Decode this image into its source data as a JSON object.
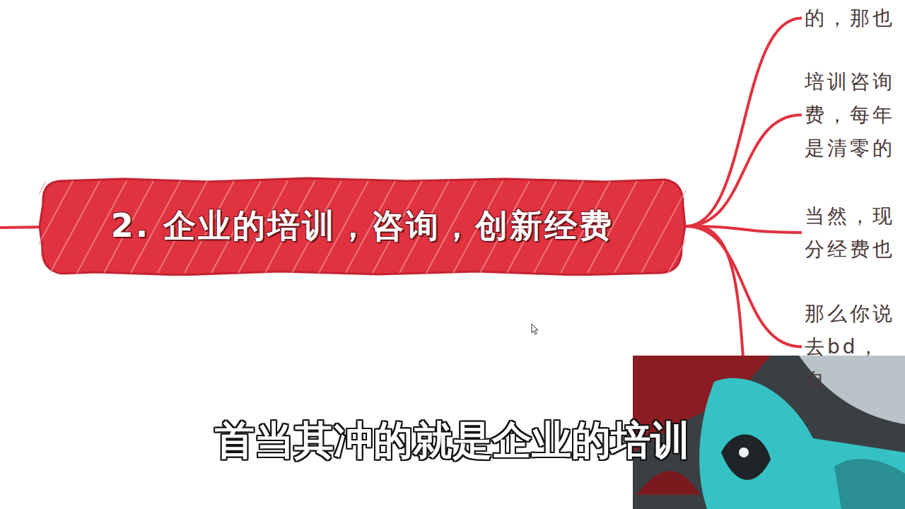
{
  "diagram": {
    "nodes": [
      {
        "text": [
          "2. 企业的培训，咨询，创新经费"
        ]
      },
      {
        "text": [
          "的，那也"
        ]
      },
      {
        "text": [
          "培训咨询 费，每年 是清零的"
        ]
      },
      {
        "text": [
          "当然，现 分经费也"
        ]
      },
      {
        "text": [
          "那么你说 去bd，自"
        ]
      }
    ],
    "edges": [
      {
        "from": 0,
        "to": 1,
        "arrow": "none"
      },
      {
        "from": 0,
        "to": 2,
        "arrow": "none"
      },
      {
        "from": 0,
        "to": 3,
        "arrow": "none"
      },
      {
        "from": 0,
        "to": 4,
        "arrow": "none"
      }
    ],
    "labels": [
      "首当其冲的就是企业的培训"
    ]
  }
}
